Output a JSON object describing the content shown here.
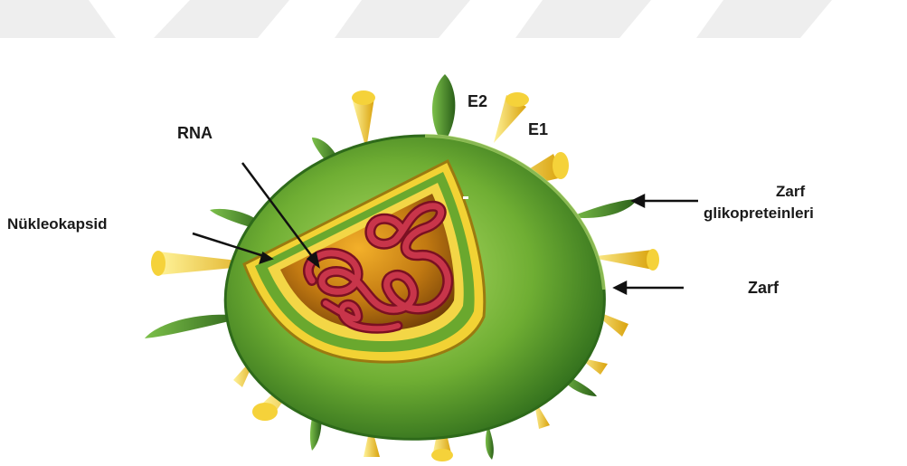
{
  "labels": {
    "rna": "RNA",
    "nukleokapsid": "Nükleokapsid",
    "e2": "E2",
    "e1": "E1",
    "zarf_glikoprotein_line1": "Zarf",
    "zarf_glikoprotein_line2": "glikopreteinleri",
    "zarf": "Zarf"
  },
  "colors": {
    "envelope_green": "#5e9e2c",
    "envelope_light": "#9ccf55",
    "capsid_yellow": "#f2d234",
    "core_orange": "#b8730f",
    "rna_red": "#b3223a",
    "spike_yellow": "#f0c419",
    "spike_green": "#3d7a24",
    "watermark": "#eeeeee"
  }
}
